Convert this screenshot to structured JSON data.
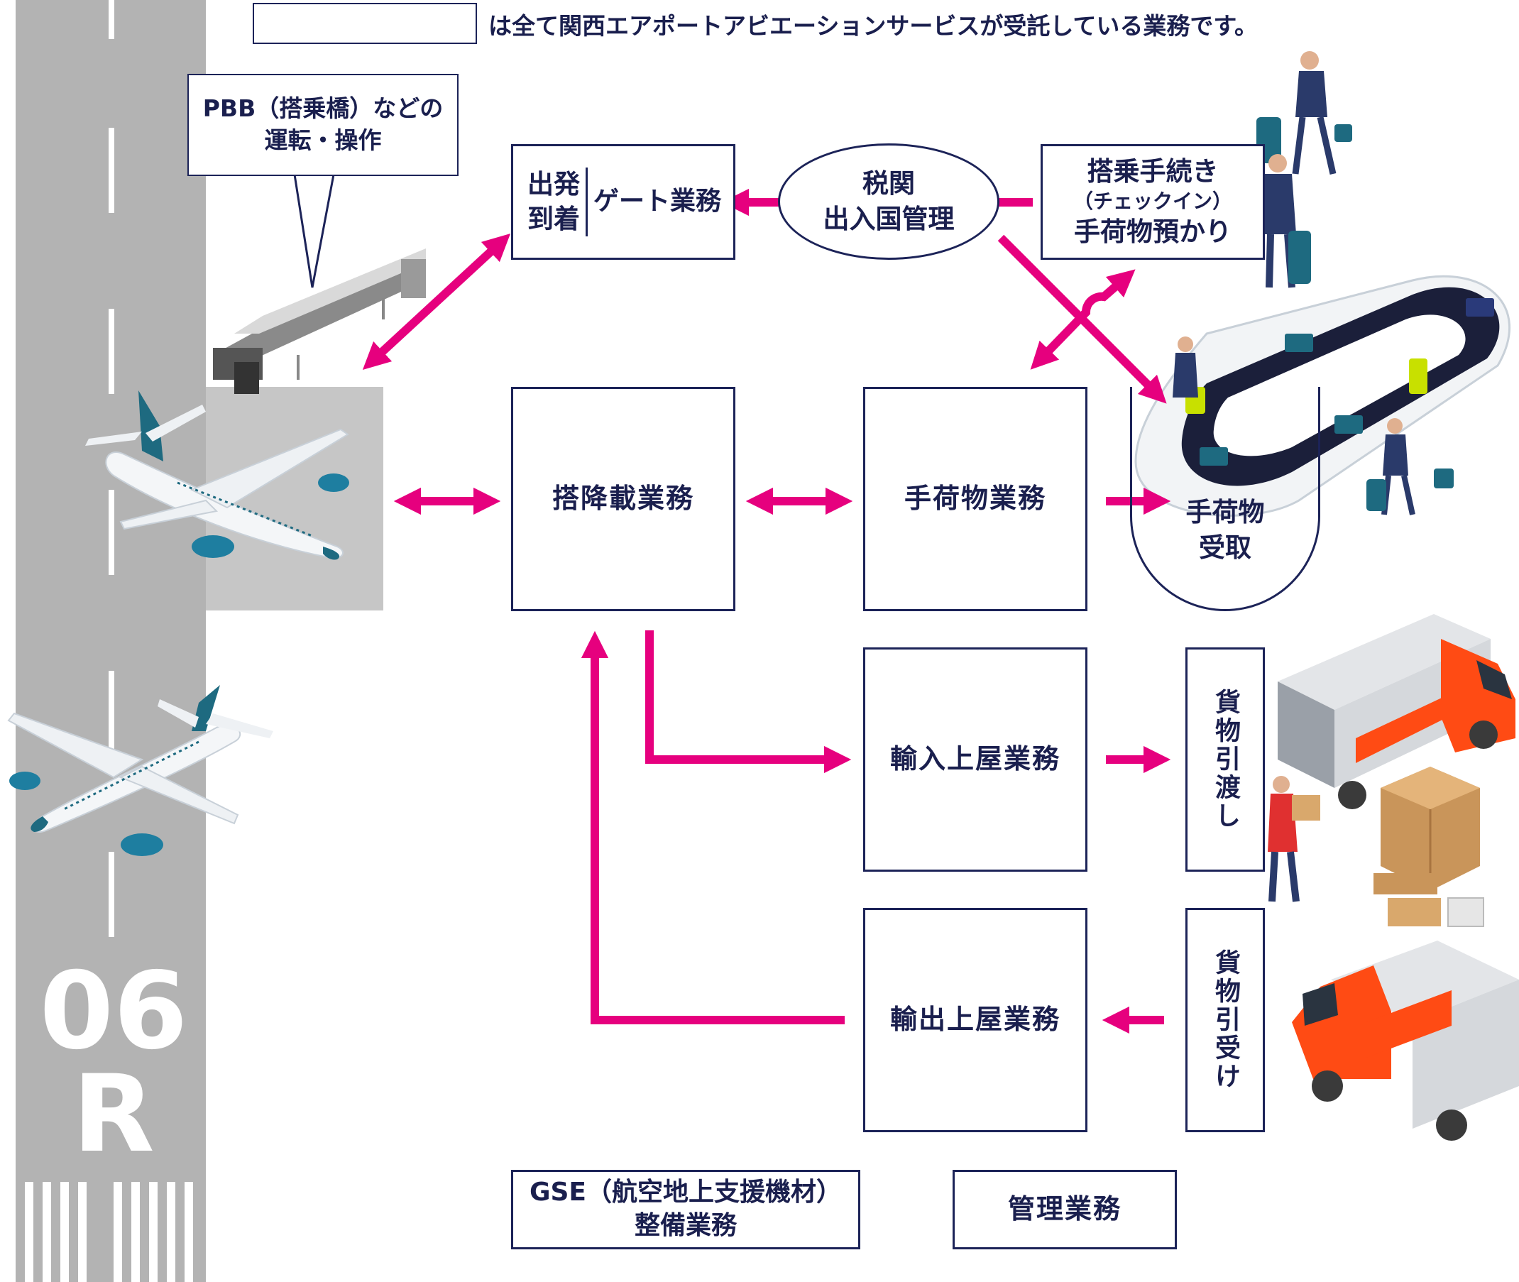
{
  "legend": {
    "note": "は全て関西エアポートアビエーションサービスが受託している業務です。"
  },
  "runway": {
    "number": "06",
    "letter": "R"
  },
  "callout": {
    "line1": "PBB（搭乗橋）などの",
    "line2": "運転・操作"
  },
  "gate": {
    "departure": "出発",
    "arrival": "到着",
    "label": "ゲート業務"
  },
  "customs": {
    "line1": "税関",
    "line2": "出入国管理"
  },
  "checkin": {
    "line1": "搭乗手続き",
    "line2": "（チェックイン）",
    "line3": "手荷物預かり"
  },
  "loading": {
    "label": "搭降載業務"
  },
  "baggage": {
    "label": "手荷物業務"
  },
  "claim": {
    "line1": "手荷物",
    "line2": "受取"
  },
  "import_wh": {
    "label": "輸入上屋業務"
  },
  "export_wh": {
    "label": "輸出上屋業務"
  },
  "cargo_delivery": {
    "label": "貨物引渡し"
  },
  "cargo_receipt": {
    "label": "貨物引受け"
  },
  "gse": {
    "line1": "GSE（航空地上支援機材）",
    "line2": "整備業務"
  },
  "management": {
    "label": "管理業務"
  },
  "colors": {
    "arrow": "#e6007e",
    "box_border": "#1c2358",
    "runway": "#b3b3b3",
    "apron": "#c6c6c6"
  }
}
